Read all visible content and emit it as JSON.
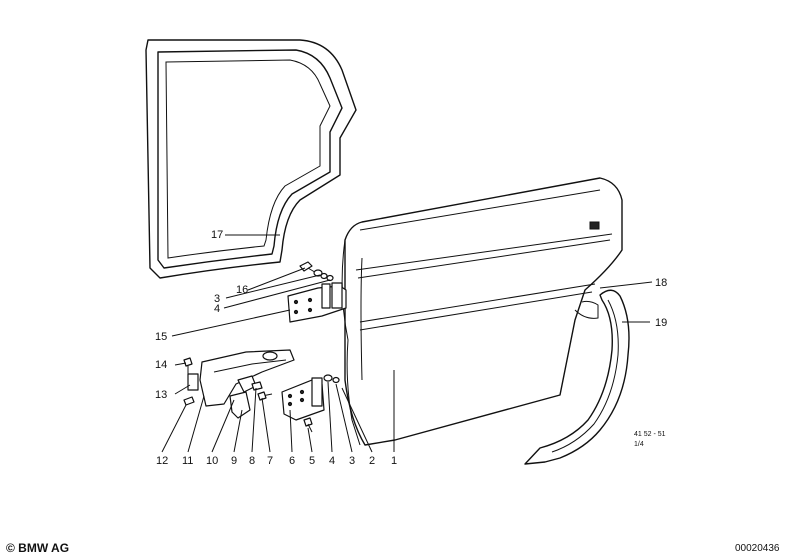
{
  "callouts": {
    "c1": "1",
    "c2": "2",
    "c3a": "3",
    "c3b": "3",
    "c4a": "4",
    "c4b": "4",
    "c5": "5",
    "c6": "6",
    "c7": "7",
    "c8": "8",
    "c9": "9",
    "c10": "10",
    "c11": "11",
    "c12": "12",
    "c13": "13",
    "c14": "14",
    "c15": "15",
    "c16": "16",
    "c17": "17",
    "c18": "18",
    "c19": "19"
  },
  "notes": {
    "code": "41 52 - 51",
    "sheet": "1/4"
  },
  "footer": {
    "copyright": "© BMW AG",
    "diagram_number": "00020436"
  }
}
